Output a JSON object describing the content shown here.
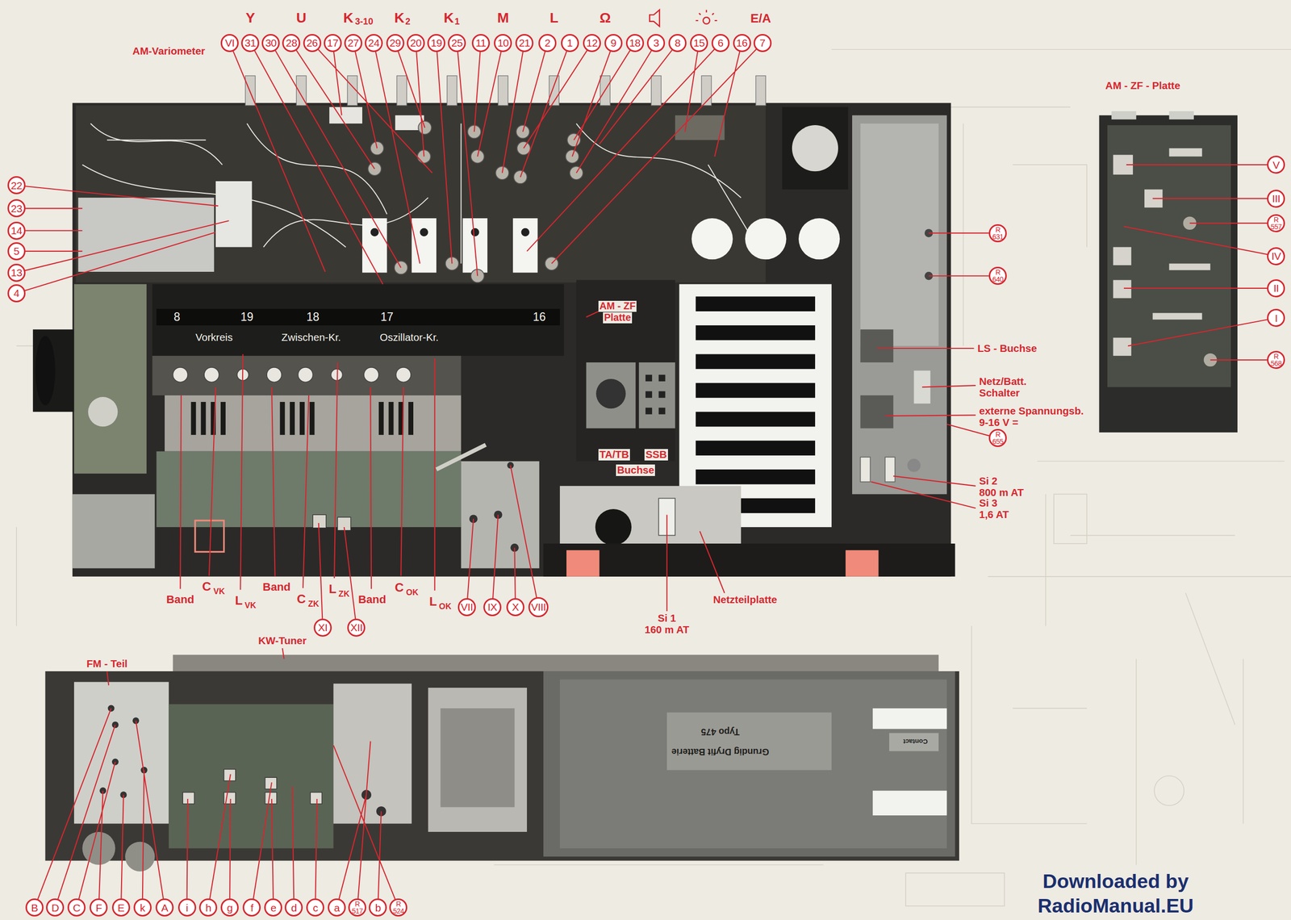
{
  "diagram": {
    "nodes": [
      {
        "text": [
          "VI"
        ]
      },
      {
        "text": [
          "31"
        ]
      },
      {
        "text": [
          "30"
        ]
      },
      {
        "text": [
          "28"
        ]
      },
      {
        "text": [
          "26"
        ]
      },
      {
        "text": [
          "17"
        ]
      },
      {
        "text": [
          "27"
        ]
      },
      {
        "text": [
          "24"
        ]
      },
      {
        "text": [
          "29"
        ]
      },
      {
        "text": [
          "20"
        ]
      },
      {
        "text": [
          "19"
        ]
      },
      {
        "text": [
          "25"
        ]
      },
      {
        "text": [
          "11"
        ]
      },
      {
        "text": [
          "10"
        ]
      },
      {
        "text": [
          "21"
        ]
      },
      {
        "text": [
          "2"
        ]
      },
      {
        "text": [
          "1"
        ]
      },
      {
        "text": [
          "12"
        ]
      },
      {
        "text": [
          "9"
        ]
      },
      {
        "text": [
          "18"
        ]
      },
      {
        "text": [
          "3"
        ]
      },
      {
        "text": [
          "8"
        ]
      },
      {
        "text": [
          "15"
        ]
      },
      {
        "text": [
          "6"
        ]
      },
      {
        "text": [
          "16"
        ]
      },
      {
        "text": [
          "7"
        ]
      },
      {
        "text": [
          "22"
        ]
      },
      {
        "text": [
          "23"
        ]
      },
      {
        "text": [
          "14"
        ]
      },
      {
        "text": [
          "5"
        ]
      },
      {
        "text": [
          "13"
        ]
      },
      {
        "text": [
          "4"
        ]
      },
      {
        "text": [
          "V"
        ]
      },
      {
        "text": [
          "III"
        ]
      },
      {
        "text": [
          "R",
          "557"
        ]
      },
      {
        "text": [
          "IV"
        ]
      },
      {
        "text": [
          "II"
        ]
      },
      {
        "text": [
          "I"
        ]
      },
      {
        "text": [
          "R",
          "568"
        ]
      },
      {
        "text": [
          "R",
          "631"
        ]
      },
      {
        "text": [
          "R",
          "640"
        ]
      },
      {
        "text": [
          "R",
          "655"
        ]
      },
      {
        "text": [
          "XI"
        ]
      },
      {
        "text": [
          "XII"
        ]
      },
      {
        "text": [
          "VII"
        ]
      },
      {
        "text": [
          "IX"
        ]
      },
      {
        "text": [
          "X"
        ]
      },
      {
        "text": [
          "VIII"
        ]
      },
      {
        "text": [
          "B"
        ]
      },
      {
        "text": [
          "D"
        ]
      },
      {
        "text": [
          "C"
        ]
      },
      {
        "text": [
          "F"
        ]
      },
      {
        "text": [
          "E"
        ]
      },
      {
        "text": [
          "k"
        ]
      },
      {
        "text": [
          "A"
        ]
      },
      {
        "text": [
          "i"
        ]
      },
      {
        "text": [
          "h"
        ]
      },
      {
        "text": [
          "g"
        ]
      },
      {
        "text": [
          "f"
        ]
      },
      {
        "text": [
          "e"
        ]
      },
      {
        "text": [
          "d"
        ]
      },
      {
        "text": [
          "c"
        ]
      },
      {
        "text": [
          "a"
        ]
      },
      {
        "text": [
          "R",
          "517"
        ]
      },
      {
        "text": [
          "b"
        ]
      },
      {
        "text": [
          "R",
          "524"
        ]
      }
    ],
    "labels": [
      "Y",
      "U",
      "K",
      "3-10",
      "K",
      "2",
      "K",
      "1",
      "M",
      "L",
      "Ω",
      "E/A",
      "AM-Variometer",
      "AM - ZF - Platte",
      "AM - ZF",
      "Platte",
      "LS - Buchse",
      "Netz/Batt.",
      "Schalter",
      "externe Spannungsb.",
      "9-16 V =",
      "Si 2",
      "800 m AT",
      "Si 3",
      "1,6 AT",
      "Si 1",
      "160 m AT",
      "Netzteilplatte",
      "TA/TB",
      "SSB",
      "Buchse",
      "Vorkreis",
      "Zwischen-Kr.",
      "Oszillator-Kr.",
      "Band",
      "C",
      "VK",
      "L",
      "VK",
      "Band",
      "C",
      "ZK",
      "L",
      "ZK",
      "Band",
      "C",
      "OK",
      "L",
      "OK",
      "FM - Teil",
      "KW-Tuner",
      "Downloaded by",
      "RadioManual.EU",
      "8",
      "19",
      "18",
      "17",
      "16",
      "Grundig Dryfit Batterie",
      "Typo 475",
      "Contact"
    ]
  }
}
